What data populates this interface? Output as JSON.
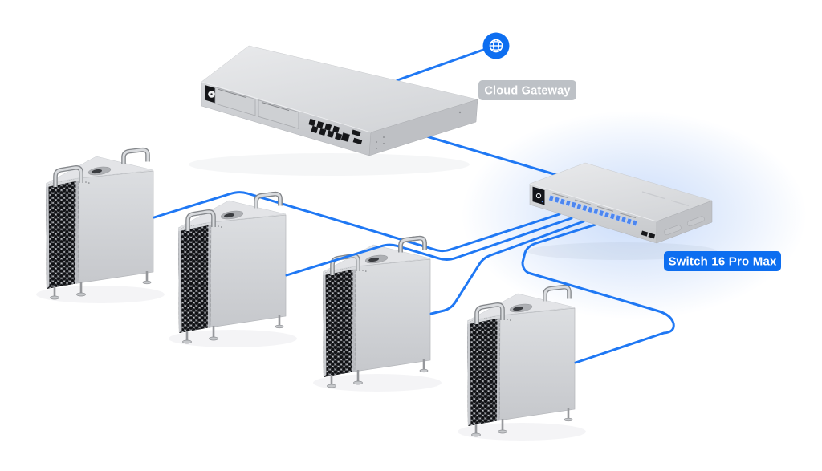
{
  "labels": {
    "cloud_gateway": "Cloud Gateway",
    "switch": "Switch 16 Pro Max"
  },
  "colors": {
    "background": "#ffffff",
    "cable": "#1f78f4",
    "badge_gray": "#bdc1c6",
    "badge_blue": "#0d6ef0",
    "badge_text": "#ffffff",
    "globe": "#0d6ef0",
    "globe_glyph": "#ffffff",
    "port_blue": "#4d86ef",
    "glow": "#adc9f7"
  },
  "icons": {
    "internet": "globe-icon"
  },
  "devices": {
    "internet": {
      "icon": "globe-icon"
    },
    "cloud_gateway": {
      "label": "Cloud Gateway",
      "rj45_ports": 8,
      "sfp_ports": 2,
      "drive_bays": 2,
      "display": 1
    },
    "switch": {
      "label": "Switch 16 Pro Max",
      "ethernet_ports": 16,
      "sfp_ports": 2,
      "display": 1
    },
    "workstations": {
      "count": 4,
      "type": "tower-workstation"
    }
  },
  "connections": [
    {
      "from": "internet",
      "to": "cloud_gateway"
    },
    {
      "from": "cloud_gateway",
      "to": "switch"
    },
    {
      "from": "switch",
      "to": "workstation-1"
    },
    {
      "from": "switch",
      "to": "workstation-2"
    },
    {
      "from": "switch",
      "to": "workstation-3"
    },
    {
      "from": "switch",
      "to": "workstation-4"
    }
  ]
}
